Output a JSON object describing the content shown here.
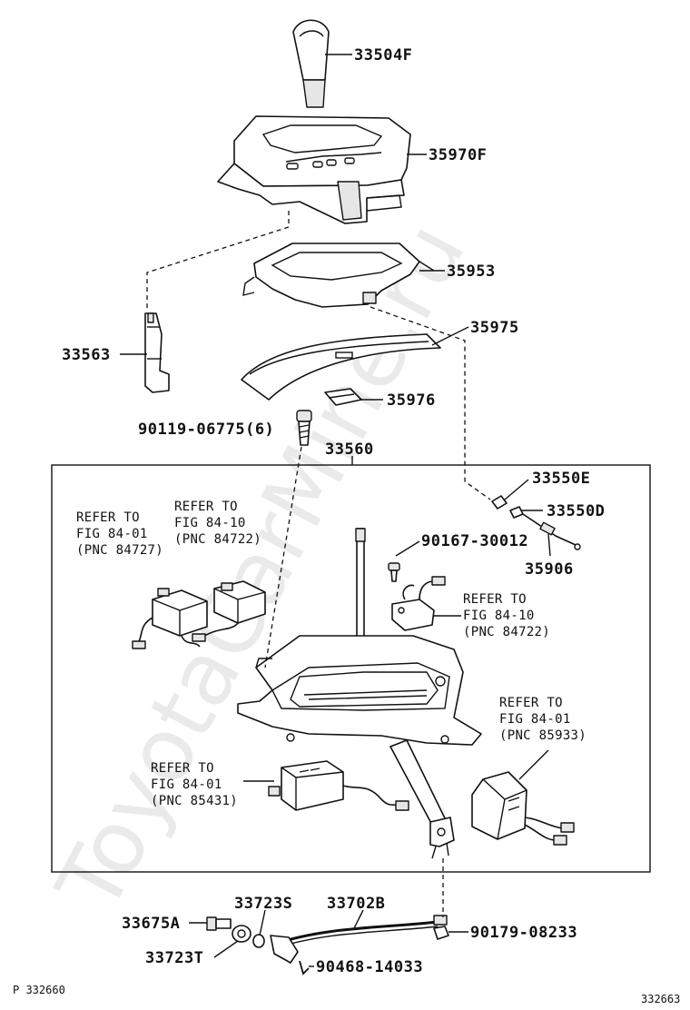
{
  "watermark": "ToyotaCarMine.ru",
  "footer": {
    "left_code": "P 332660",
    "right_code": "332663"
  },
  "assembly_group": "33560",
  "parts": [
    "33504F",
    "35970F",
    "35953",
    "35975",
    "33563",
    "35976",
    "90119-06775(6)",
    "33550E",
    "33550D",
    "35906",
    "90167-30012",
    "33675A",
    "33723S",
    "33702B",
    "90179-08233",
    "33723T",
    "90468-14033"
  ],
  "refs": [
    [
      "REFER TO",
      "FIG 84-01",
      "(PNC 84727)"
    ],
    [
      "REFER TO",
      "FIG 84-10",
      "(PNC 84722)"
    ],
    [
      "REFER TO",
      "FIG 84-10",
      "(PNC 84722)"
    ],
    [
      "REFER TO",
      "FIG 84-01",
      "(PNC 85933)"
    ],
    [
      "REFER TO",
      "FIG 84-01",
      "(PNC 85431)"
    ]
  ]
}
